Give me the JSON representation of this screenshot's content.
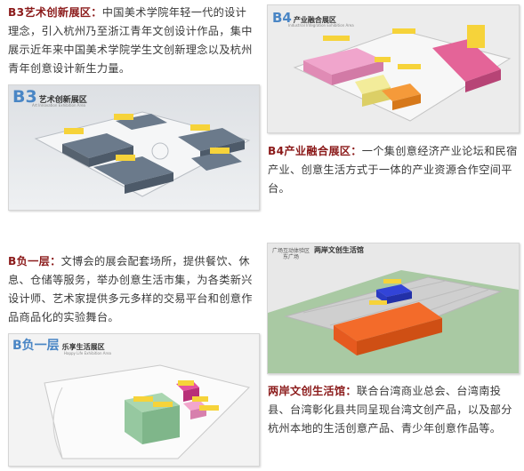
{
  "b3": {
    "heading": "B3艺术创新展区",
    "colon": "：",
    "body": "中国美术学院年轻一代的设计理念，引入杭州乃至浙江青年文创设计作品，集中展示近年来中国美术学院学生文创新理念以及杭州青年创意设计新生力量。",
    "img_code": "B3",
    "img_title": "艺术创新展区",
    "img_sub": "Art Innovation Exhibition Area"
  },
  "b4": {
    "heading": "B4产业融合展区",
    "colon": "：",
    "body": "一个集创意经济产业论坛和民宿产业、创意生活方式于一体的产业资源合作空间平台。",
    "img_code": "B4",
    "img_title": "产业融合展区",
    "img_sub": "Industrial Integration Exhibition Area"
  },
  "bneg": {
    "heading": "B负一层",
    "colon": "：",
    "body": "文博会的展会配套场所，提供餐饮、休息、仓储等服务，举办创意生活市集，为各类新兴设计师、艺术家提供多元多样的交易平台和创意作品商品化的实验舞台。",
    "img_code": "B负一层",
    "img_title": "乐享生活展区",
    "img_sub": "Happy Life Exhibition Area"
  },
  "cross": {
    "heading": "两岸文创生活馆",
    "colon": "：",
    "body": "联合台湾商业总会、台湾南投县、台湾彰化县共同呈现台湾文创产品，以及部分杭州本地的生活创意产品、青少年创意作品等。",
    "img_title": "两岸文创生活馆",
    "img_pre_a": "广场互动体验区",
    "img_pre_b": "东广场"
  },
  "colors": {
    "accent": "#8b1a1a",
    "b3_blue": "#5a9bd5",
    "grey_block": "#5f6f80",
    "pink": "#e890b8",
    "yellow": "#f4e88a",
    "orange": "#f08a2a",
    "red": "#e0483a",
    "blue": "#2a39c8",
    "green": "#8fc49a",
    "magenta": "#d23b8e"
  }
}
